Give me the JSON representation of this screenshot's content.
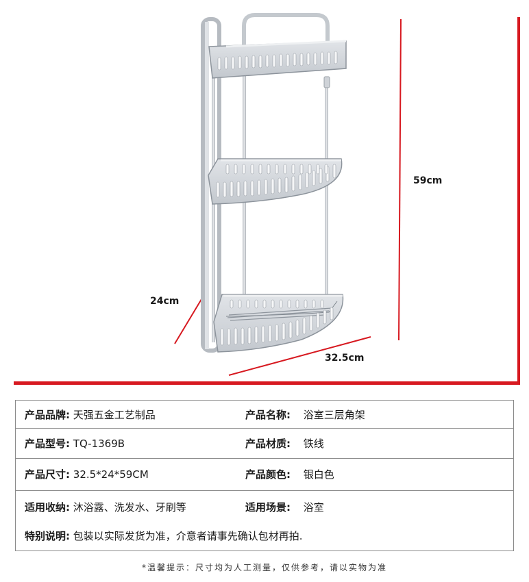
{
  "dimensions": {
    "height": "59cm",
    "depth": "24cm",
    "width": "32.5cm"
  },
  "colors": {
    "accent": "#d71920",
    "frame": "#c9cdd2",
    "frame_dark": "#8d949c",
    "border": "#8a8a8a"
  },
  "specs": [
    {
      "label": "产品品牌:",
      "value": "天强五金工艺制品",
      "label2": "产品名称:",
      "value2": "浴室三层角架"
    },
    {
      "label": "产品型号:",
      "value": "TQ-1369B",
      "label2": "产品材质:",
      "value2": "铁线"
    },
    {
      "label": "产品尺寸:",
      "value": "32.5*24*59CM",
      "label2": "产品颜色:",
      "value2": "银白色"
    },
    {
      "label": "适用收纳:",
      "value": "沐浴露、洗发水、牙刷等",
      "label2": "适用场景:",
      "value2": "浴室"
    },
    {
      "label": "特别说明:",
      "value": "包装以实际发货为准，介意者请事先确认包材再拍."
    }
  ],
  "tip": "*温馨提示：尺寸均为人工测量，仅供参考，请以实物为准"
}
